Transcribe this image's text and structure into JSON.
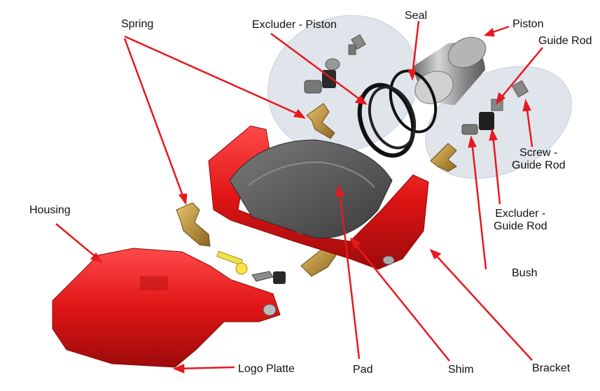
{
  "labels": {
    "spring": "Spring",
    "excluder_piston": "Excluder - Piston",
    "seal": "Seal",
    "piston": "Piston",
    "guide_rod": "Guide Rod",
    "screw_guide_rod_1": "Screw -",
    "screw_guide_rod_2": "Guide Rod",
    "housing": "Housing",
    "excluder_guide_rod_1": "Excluder -",
    "excluder_guide_rod_2": "Guide Rod",
    "bush": "Bush",
    "logo_platte": "Logo Platte",
    "pad": "Pad",
    "shim": "Shim",
    "bracket": "Bracket"
  },
  "colors": {
    "arrow": "#e8181e",
    "caliper_red": "#e21b1b",
    "caliper_dark": "#a50d0d",
    "pad_gray": "#5b5b5b",
    "ellipse_fill": "#d9dfe8",
    "spring_gold": "#b58a2e",
    "piston_metal": "#8e8e8e"
  }
}
